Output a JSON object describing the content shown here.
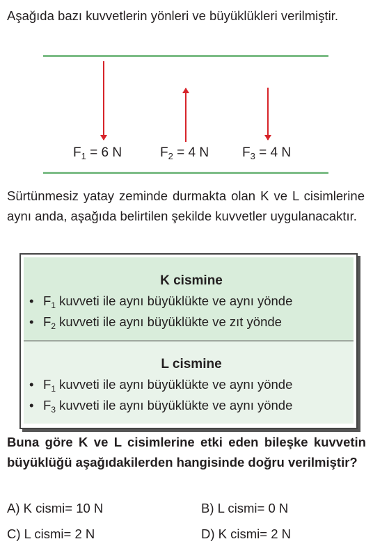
{
  "intro_text": "Aşağıda bazı kuvvetlerin yönleri ve büyüklükleri verilmiştir.",
  "forces": [
    {
      "name": "F",
      "sub": "1",
      "value": "= 6 N",
      "direction": "down"
    },
    {
      "name": "F",
      "sub": "2",
      "value": "= 4 N",
      "direction": "up"
    },
    {
      "name": "F",
      "sub": "3",
      "value": "= 4 N",
      "direction": "down"
    }
  ],
  "paragraph": "Sürtünmesiz yatay zeminde durmakta olan K ve L cisimlerine aynı anda, aşağıda belirtilen şekilde kuvvetler uygulanacaktır.",
  "k_section": {
    "title": "K cismine",
    "items": [
      {
        "bullet": "•",
        "sym": "F",
        "sub": "1",
        "text": " kuvveti ile aynı büyüklükte ve aynı yönde"
      },
      {
        "bullet": "•",
        "sym": "F",
        "sub": "2",
        "text": " kuvveti ile aynı büyüklükte ve zıt yönde"
      }
    ]
  },
  "l_section": {
    "title": "L cismine",
    "items": [
      {
        "bullet": "•",
        "sym": "F",
        "sub": "1",
        "text": " kuvveti ile aynı büyüklükte ve aynı yönde"
      },
      {
        "bullet": "•",
        "sym": "F",
        "sub": "3",
        "text": " kuvveti ile aynı büyüklükte ve aynı yönde"
      }
    ]
  },
  "question": "Buna göre K ve L cisimlerine etki eden bileşke kuvvetin büyüklüğü aşağıdakilerden hangisinde doğru verilmiştir?",
  "options": {
    "a": "A) K cismi= 10 N",
    "b": "B) L cismi= 0 N",
    "c": "C) L cismi= 2 N",
    "d": "D) K cismi= 2 N"
  },
  "colors": {
    "arrow": "#d7242a",
    "frame": "#7dbd87",
    "k_bg": "#d9eddb",
    "l_bg": "#e9f3ea"
  }
}
